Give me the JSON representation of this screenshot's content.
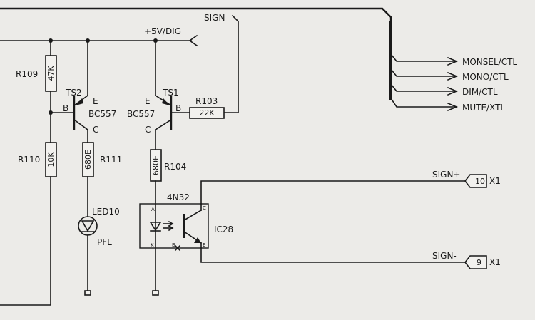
{
  "nets": {
    "sign": "SIGN",
    "supply": "+5V/DIG",
    "outputs": [
      "MONSEL/CTL",
      "MONO/CTL",
      "DIM/CTL",
      "MUTE/XTL"
    ],
    "sign_plus": "SIGN+",
    "sign_minus": "SIGN-"
  },
  "resistors": {
    "r109": {
      "ref": "R109",
      "value": "47K"
    },
    "r110": {
      "ref": "R110",
      "value": "10K"
    },
    "r111": {
      "ref": "R111",
      "value": "680E"
    },
    "r103": {
      "ref": "R103",
      "value": "22K"
    },
    "r104": {
      "ref": "R104",
      "value": "680E"
    }
  },
  "transistors": {
    "ts2": {
      "ref": "TS2",
      "type": "BC557",
      "pins": {
        "b": "B",
        "e": "E",
        "c": "C"
      }
    },
    "ts1": {
      "ref": "TS1",
      "type": "BC557",
      "pins": {
        "b": "B",
        "e": "E",
        "c": "C"
      }
    }
  },
  "led": {
    "ref": "LED10",
    "label": "PFL"
  },
  "optocoupler": {
    "part": "4N32",
    "ref": "IC28",
    "pins": {
      "a": "A",
      "k": "K",
      "b": "B",
      "c": "C",
      "e": "E"
    }
  },
  "connectors": [
    {
      "pin": "10",
      "ref": "X1"
    },
    {
      "pin": "9",
      "ref": "X1"
    }
  ]
}
